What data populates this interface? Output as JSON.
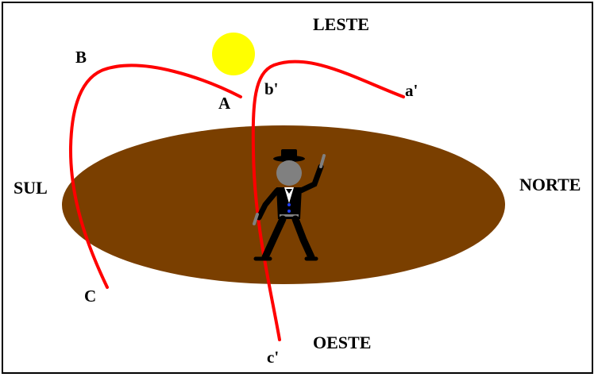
{
  "directions": {
    "east": "LESTE",
    "west": "OESTE",
    "south": "SUL",
    "north": "NORTE"
  },
  "path_left": {
    "start": "A",
    "top": "B",
    "end": "C"
  },
  "path_right": {
    "start": "a'",
    "top": "b'",
    "end": "c'"
  },
  "colors": {
    "ground": "#7a3f00",
    "sun": "#ffff00",
    "path": "#ff0000",
    "figure_head": "#808080",
    "figure_body": "#000000",
    "background": "#ffffff"
  },
  "icons": {
    "sun": "sun-icon",
    "observer": "person-icon"
  }
}
